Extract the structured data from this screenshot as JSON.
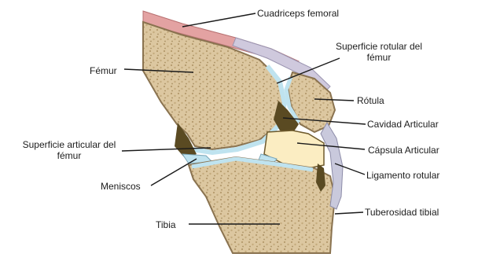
{
  "labels": {
    "cuadriceps": "Cuadriceps femoral",
    "femur": "Fémur",
    "superficie_rotular": "Superficie rotular del fémur",
    "rotula": "Rótula",
    "cavidad": "Cavidad Articular",
    "superficie_articular": "Superficie articular del fémur",
    "capsula": "Cápsula Articular",
    "meniscos": "Meniscos",
    "ligamento": "Ligamento rotular",
    "tuberosidad": "Tuberosidad tibial",
    "tibia": "Tibia"
  },
  "colors": {
    "bone": "#d9c39b",
    "bone_edge": "#8a7350",
    "cartilage": "#bfe3ef",
    "synovial": "#5a4a22",
    "capsule": "#fbedc2",
    "muscle": "#e5a3a3",
    "tendon": "#c9c9dc",
    "leader": "#1a1a1a"
  }
}
